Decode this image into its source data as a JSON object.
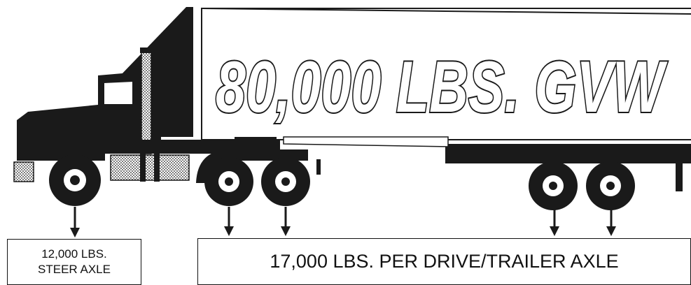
{
  "trailer_text": "80,000 LBS. GVW",
  "steer_axle": {
    "line1": "12,000 LBS.",
    "line2": "STEER AXLE"
  },
  "drive_trailer_axle": {
    "label": "17,000 LBS. PER DRIVE/TRAILER AXLE"
  },
  "colors": {
    "ink": "#1a1a1a",
    "background": "#ffffff",
    "stipple": "#9a9a9a"
  }
}
